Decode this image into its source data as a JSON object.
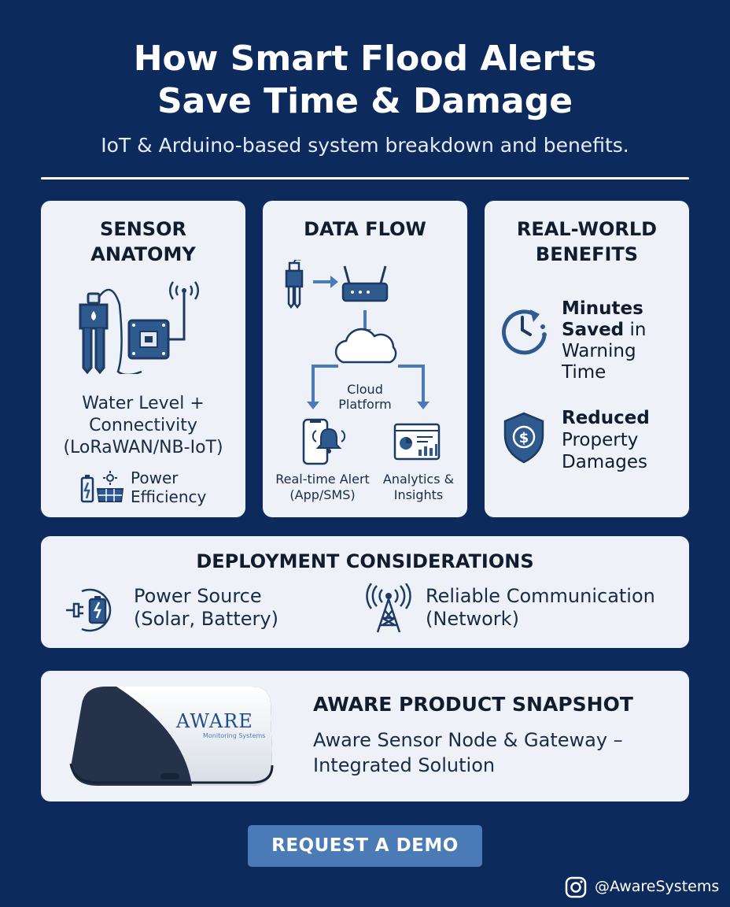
{
  "header": {
    "title_line1": "How Smart Flood Alerts",
    "title_line2": "Save Time & Damage",
    "subtitle": "IoT & Arduino-based system breakdown and benefits."
  },
  "sensor_anatomy": {
    "heading_line1": "SENSOR",
    "heading_line2": "ANATOMY",
    "desc_line1": "Water Level +",
    "desc_line2": "Connectivity",
    "desc_line3": "(LoRaWAN/NB-IoT)",
    "power_line1": "Power",
    "power_line2": "Efficiency"
  },
  "data_flow": {
    "heading": "DATA FLOW",
    "cloud_line1": "Cloud",
    "cloud_line2": "Platform",
    "alert_line1": "Real-time Alert",
    "alert_line2": "(App/SMS)",
    "analytics_line1": "Analytics &",
    "analytics_line2": "Insights"
  },
  "benefits": {
    "heading_line1": "REAL-WORLD",
    "heading_line2": "BENEFITS",
    "b1_bold1": "Minutes",
    "b1_bold2": "Saved",
    "b1_rest1": " in",
    "b1_line3": "Warning",
    "b1_line4": "Time",
    "b2_bold": "Reduced",
    "b2_line2": "Property",
    "b2_line3": "Damages"
  },
  "deployment": {
    "heading": "DEPLOYMENT CONSIDERATIONS",
    "power_line1": "Power Source",
    "power_line2": "(Solar, Battery)",
    "comm_line1": "Reliable Communication",
    "comm_line2": "(Network)"
  },
  "product": {
    "heading": "AWARE PRODUCT SNAPSHOT",
    "desc_line1": "Aware Sensor Node & Gateway –",
    "desc_line2": "Integrated Solution",
    "logo_text": "AWARE",
    "logo_sub": "Monitoring Systems"
  },
  "cta": {
    "label": "REQUEST A DEMO"
  },
  "footer": {
    "handle": "@AwareSystems"
  },
  "colors": {
    "background": "#0d2a5c",
    "card": "#eef2f8",
    "icon": "#2f5a8f",
    "button": "#4a7bb7"
  }
}
